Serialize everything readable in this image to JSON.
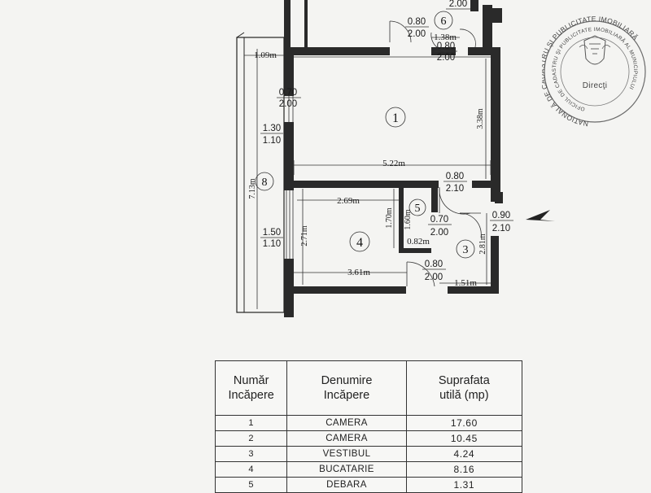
{
  "plan": {
    "rooms": [
      {
        "num": "1"
      },
      {
        "num": "3"
      },
      {
        "num": "4"
      },
      {
        "num": "5"
      },
      {
        "num": "6"
      },
      {
        "num": "8"
      }
    ],
    "doors": {
      "d6_top": "0.80",
      "d6_bot": "2.00",
      "d6b_top": "0.80",
      "d6b_bot": "2.00",
      "top_a": "2.00",
      "w_left_top": "0.70",
      "w_left_bot": "2.00",
      "win1_top": "1.30",
      "win1_bot": "1.10",
      "win2_top": "1.50",
      "win2_bot": "1.10",
      "d1_top": "0.80",
      "d1_bot": "2.10",
      "d5_top": "0.70",
      "d5_bot": "2.00",
      "d3_top": "0.90",
      "d3_bot": "2.10",
      "d4_top": "0.80",
      "d4_bot": "2.00"
    },
    "dims": {
      "d_109": "1.09m",
      "d_138": "1.38m",
      "d_522": "5.22m",
      "d_338": "3.38m",
      "d_269": "2.69m",
      "d_170": "1.70m",
      "d_160": "1.60m",
      "d_082": "0.82m",
      "d_271": "2.71m",
      "d_361": "3.61m",
      "d_151": "1.51m",
      "d_281": "2.81m",
      "d_713": "7.13m"
    }
  },
  "stamp": {
    "ring_outer": "NATIONALĂ DE CADASTRU ŞI PUBLICITATE IMOBILIARĂ",
    "ring_inner": "OFICIUL DE CADASTRU ŞI PUBLICITATE IMOBILIARĂ AL MUNICIPIULUI",
    "center": "Direcţi"
  },
  "table": {
    "headers": [
      {
        "line1": "Număr",
        "line2": "Incăpere"
      },
      {
        "line1": "Denumire",
        "line2": "Incăpere"
      },
      {
        "line1": "Suprafata",
        "line2": "utilă  (mp)"
      }
    ],
    "rows": [
      {
        "num": "1",
        "name": "CAMERA",
        "area": "17.60"
      },
      {
        "num": "2",
        "name": "CAMERA",
        "area": "10.45"
      },
      {
        "num": "3",
        "name": "VESTIBUL",
        "area": "4.24"
      },
      {
        "num": "4",
        "name": "BUCATARIE",
        "area": "8.16"
      },
      {
        "num": "5",
        "name": "DEBARA",
        "area": "1.31"
      }
    ]
  }
}
